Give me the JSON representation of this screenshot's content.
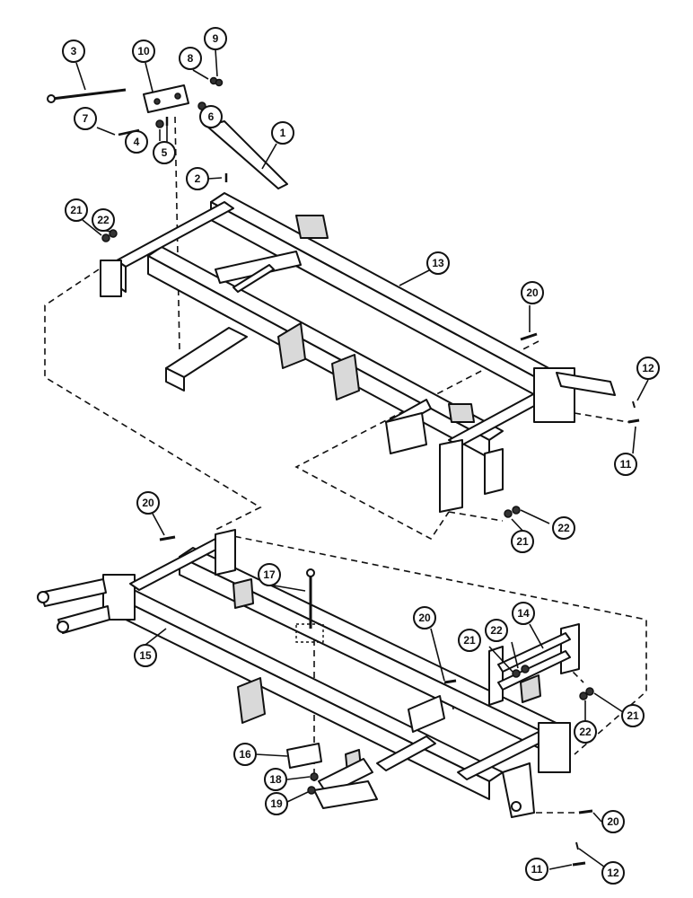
{
  "diagram": {
    "parts": [
      {
        "ref": "1",
        "label": "1"
      },
      {
        "ref": "2",
        "label": "2"
      },
      {
        "ref": "3",
        "label": "3"
      },
      {
        "ref": "4",
        "label": "4"
      },
      {
        "ref": "5",
        "label": "5"
      },
      {
        "ref": "6",
        "label": "6"
      },
      {
        "ref": "7",
        "label": "7"
      },
      {
        "ref": "8",
        "label": "8"
      },
      {
        "ref": "9",
        "label": "9"
      },
      {
        "ref": "10",
        "label": "10"
      },
      {
        "ref": "11",
        "label": "11"
      },
      {
        "ref": "12",
        "label": "12"
      },
      {
        "ref": "13",
        "label": "13"
      },
      {
        "ref": "14",
        "label": "14"
      },
      {
        "ref": "15",
        "label": "15"
      },
      {
        "ref": "16",
        "label": "16"
      },
      {
        "ref": "17",
        "label": "17"
      },
      {
        "ref": "18",
        "label": "18"
      },
      {
        "ref": "19",
        "label": "19"
      },
      {
        "ref": "20",
        "label": "20"
      },
      {
        "ref": "21",
        "label": "21"
      },
      {
        "ref": "22",
        "label": "22"
      }
    ]
  }
}
